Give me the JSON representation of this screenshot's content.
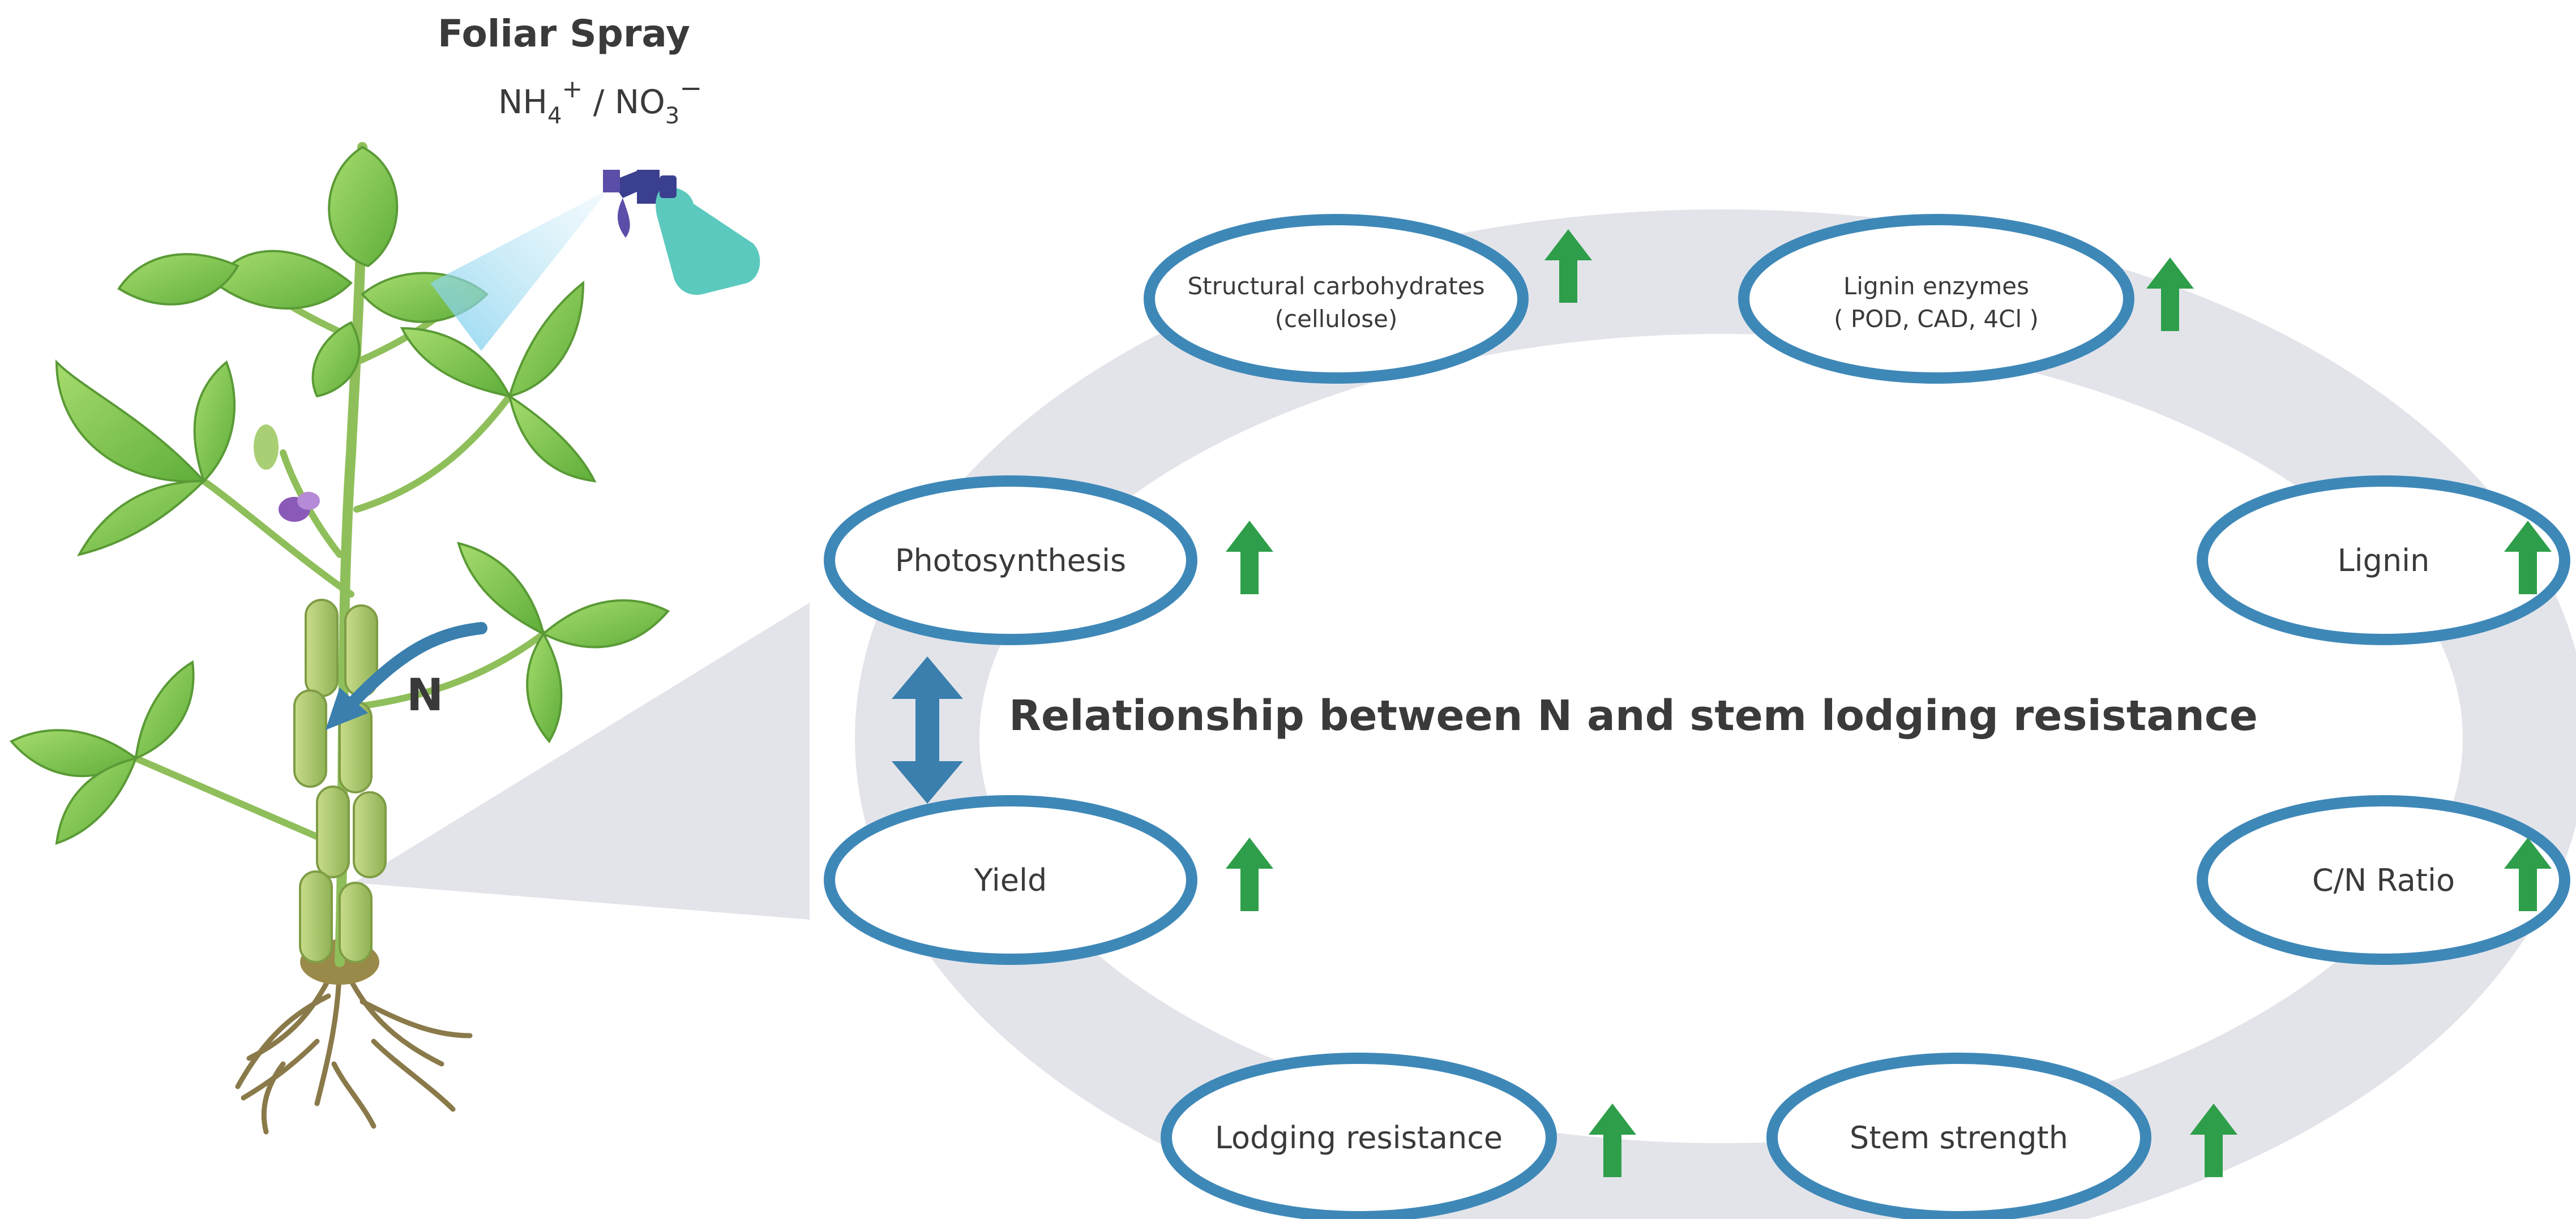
{
  "spray": {
    "title": "Foliar Spray",
    "ion1_base": "NH",
    "ion1_sub": "4",
    "ion1_sup": "+",
    "separator": " / NO",
    "ion2_sub": "3",
    "ion2_sup": "−"
  },
  "plant": {
    "n_label": "N"
  },
  "center_title": "Relationship between N and stem lodging resistance",
  "nodes": [
    {
      "id": "structural",
      "line1": "Structural carbohydrates",
      "line2": "(cellulose)",
      "arrow": "up"
    },
    {
      "id": "lignin-enzymes",
      "line1": "Lignin enzymes",
      "line2": "( POD, CAD, 4Cl )",
      "arrow": "up"
    },
    {
      "id": "photosynthesis",
      "line1": "Photosynthesis",
      "line2": "",
      "arrow": "up"
    },
    {
      "id": "lignin",
      "line1": "Lignin",
      "line2": "",
      "arrow": "up"
    },
    {
      "id": "yield",
      "line1": "Yield",
      "line2": "",
      "arrow": "up"
    },
    {
      "id": "cn-ratio",
      "line1": "C/N Ratio",
      "line2": "",
      "arrow": "up"
    },
    {
      "id": "lodging-resistance",
      "line1": "Lodging resistance",
      "line2": "",
      "arrow": "up"
    },
    {
      "id": "stem-strength",
      "line1": "Stem strength",
      "line2": "",
      "arrow": "up"
    }
  ],
  "colors": {
    "ellipse_stroke": "#3e88b8",
    "up_arrow": "#2e9e4a",
    "double_arrow": "#3a7fae",
    "ring": "#e3e4ea",
    "leaf": "#7fc650",
    "text": "#3a3a3a"
  }
}
